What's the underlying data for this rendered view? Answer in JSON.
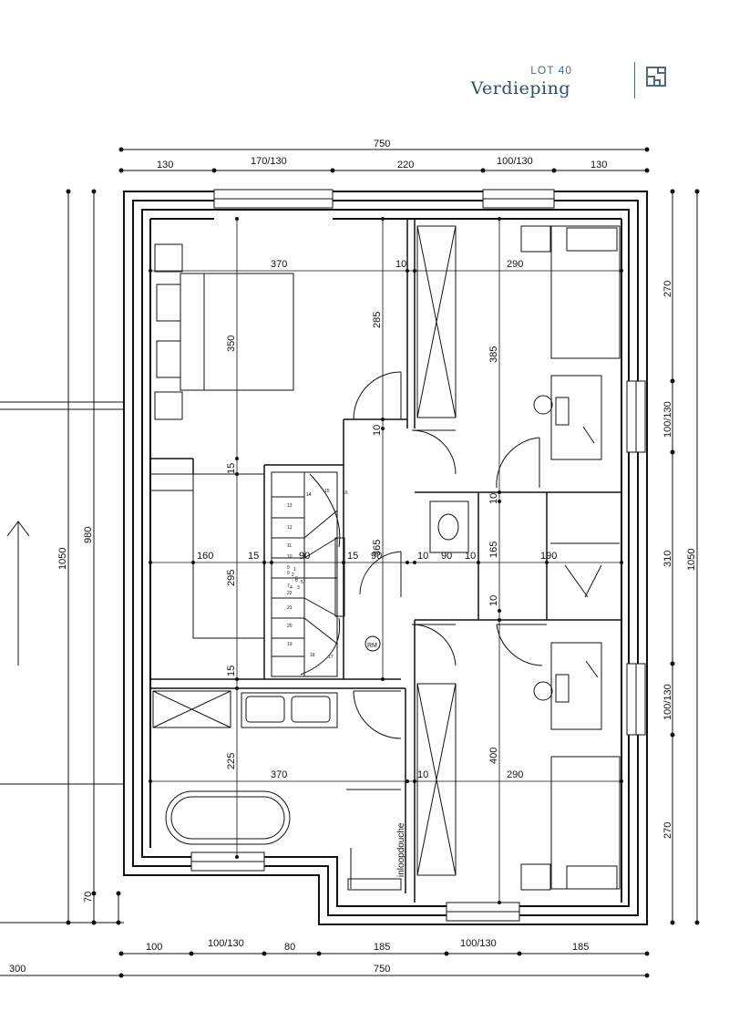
{
  "header": {
    "lot": "LOT 40",
    "title": "Verdieping",
    "icon": "floorplan-icon"
  },
  "dims": {
    "top_total": "750",
    "top": [
      "130",
      "170/130",
      "220",
      "100/130",
      "130"
    ],
    "left_outer": "1050",
    "left_inner": "980",
    "left_small": "70",
    "right_outer": "1050",
    "right": [
      "270",
      "100/130",
      "310",
      "100/130",
      "270"
    ],
    "bottom": [
      "100",
      "100/130",
      "80",
      "185",
      "100/130",
      "185"
    ],
    "bottom_total": "750",
    "terrace": "300"
  },
  "inner": {
    "d370a": "370",
    "d10a": "10",
    "d290a": "290",
    "d350": "350",
    "d285": "285",
    "d385": "385",
    "d10b": "10",
    "d15a": "15",
    "d10c": "10",
    "d160": "160",
    "d15b": "15",
    "d90a": "90",
    "d15c": "15",
    "d365": "365",
    "d90b": "90",
    "d10d": "10",
    "d90c": "90",
    "d10e": "10",
    "d165": "165",
    "d190": "190",
    "d295": "295",
    "d10f": "10",
    "d15d": "15",
    "d225": "225",
    "d370b": "370",
    "d10g": "10",
    "d400": "400",
    "d290b": "290"
  },
  "labels": {
    "shower": "inloopdouche",
    "rm": "RM"
  },
  "stairs": [
    "14",
    "15",
    "16",
    "13",
    "12",
    "11",
    "10",
    "9",
    "9",
    "8",
    "7",
    "6",
    "5",
    "4",
    "3",
    "2",
    "1",
    "22",
    "21",
    "20",
    "19",
    "18",
    "17"
  ]
}
